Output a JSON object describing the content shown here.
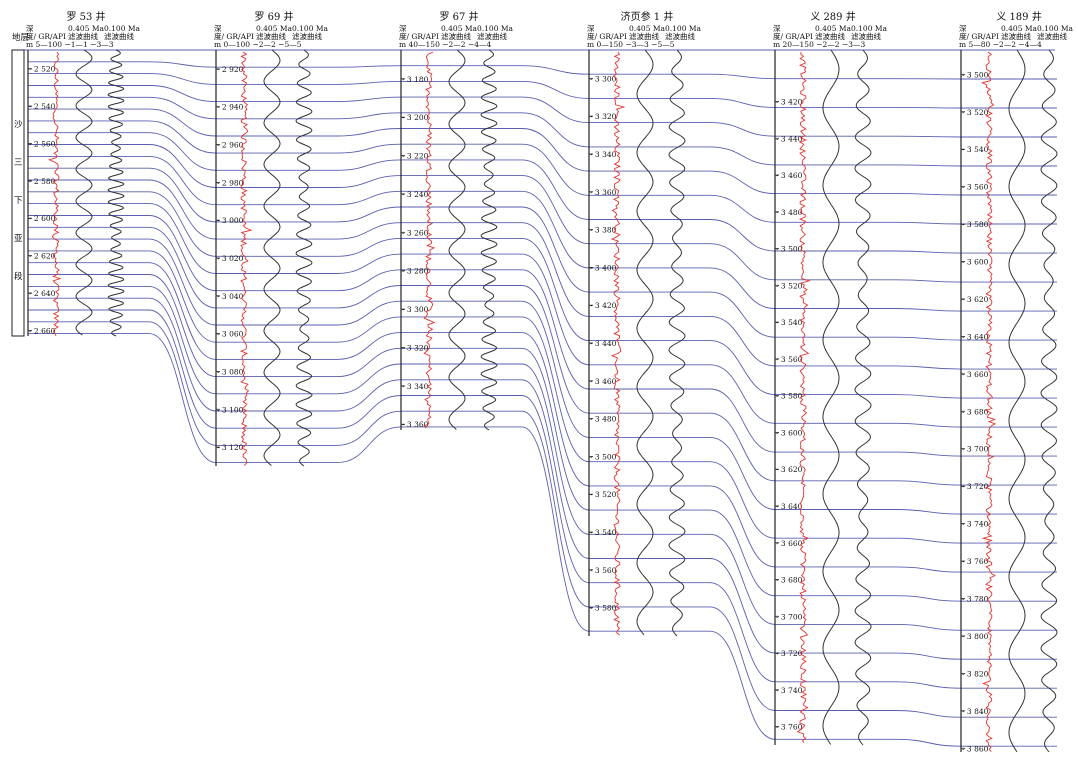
{
  "wells": [
    {
      "name": "罗 53 井",
      "hdr_gr": "度/ GR/API",
      "hdr_scale": "m 5—100 −1—1 −3—3",
      "depth_ticks": [
        "2 520",
        "2 540",
        "2 560",
        "2 580",
        "2 600",
        "2 620",
        "2 640",
        "2 660"
      ],
      "top_depth": 2510,
      "bottom_depth": 2663,
      "wave405_cycles": 9,
      "wave100_cycles": 24
    },
    {
      "name": "罗 69 井",
      "hdr_gr": "度/ GR/API",
      "hdr_scale": "m 0—100 −2—2 −5—5",
      "depth_ticks": [
        "2 920",
        "2 940",
        "2 960",
        "2 980",
        "3 000",
        "3 020",
        "3 040",
        "3 060",
        "3 080",
        "3 100",
        "3 120"
      ],
      "top_depth": 2910,
      "bottom_depth": 3130,
      "wave405_cycles": 10,
      "wave100_cycles": 22
    },
    {
      "name": "罗 67 井",
      "hdr_gr": "度/ GR/API",
      "hdr_scale": "m 40—150 −2—2 −4—4",
      "depth_ticks": [
        "3 180",
        "3 200",
        "3 220",
        "3 240",
        "3 260",
        "3 280",
        "3 300",
        "3 320",
        "3 340",
        "3 360"
      ],
      "top_depth": 3165,
      "bottom_depth": 3363,
      "wave405_cycles": 9,
      "wave100_cycles": 22
    },
    {
      "name": "济页参 1 井",
      "hdr_gr": "度/ GR/API",
      "hdr_scale": "m 0—150 −3—3 −5—5",
      "depth_ticks": [
        "3 300",
        "3 320",
        "3 340",
        "3 360",
        "3 380",
        "3 400",
        "3 420",
        "3 440",
        "3 460",
        "3 480",
        "3 500",
        "3 520",
        "3 540",
        "3 560",
        "3 580"
      ],
      "top_depth": 3285,
      "bottom_depth": 3595,
      "wave405_cycles": 10,
      "wave100_cycles": 21
    },
    {
      "name": "义 289 井",
      "hdr_gr": "度/ GR/API",
      "hdr_scale": "m 20—150 −2—2 −3—3",
      "depth_ticks": [
        "3 420",
        "3 440",
        "3 460",
        "3 480",
        "3 500",
        "3 520",
        "3 540",
        "3 560",
        "3 580",
        "3 600",
        "3 620",
        "3 640",
        "3 660",
        "3 680",
        "3 700",
        "3 720",
        "3 740",
        "3 760"
      ],
      "top_depth": 3392,
      "bottom_depth": 3770,
      "wave405_cycles": 9,
      "wave100_cycles": 22
    },
    {
      "name": "义 189 井",
      "hdr_gr": "度/ GR/API",
      "hdr_scale": "m 5—80 −2—2 −4—4",
      "depth_ticks": [
        "3 500",
        "3 520",
        "3 540",
        "3 560",
        "3 580",
        "3 600",
        "3 620",
        "3 640",
        "3 660",
        "3 680",
        "3 700",
        "3 720",
        "3 740",
        "3 760",
        "3 780",
        "3 800",
        "3 820",
        "3 840",
        "3 860"
      ],
      "top_depth": 3487,
      "bottom_depth": 3862,
      "wave405_cycles": 9,
      "wave100_cycles": 22
    }
  ],
  "header_common": {
    "depth_label": "深",
    "wave405_label": "0.405 Ma",
    "wave100_label": "0.100 Ma",
    "filter_label": "滤波曲线"
  },
  "stratum": {
    "column_label": "地层",
    "unit_chars": [
      "沙",
      "三",
      "下",
      "亚",
      "段"
    ]
  },
  "correlation": {
    "line_count": 24,
    "line_color": "#5a5fb0"
  },
  "colors": {
    "gr_curve": "#e3342f",
    "filter_curve": "#333333",
    "track_line": "#222222"
  }
}
